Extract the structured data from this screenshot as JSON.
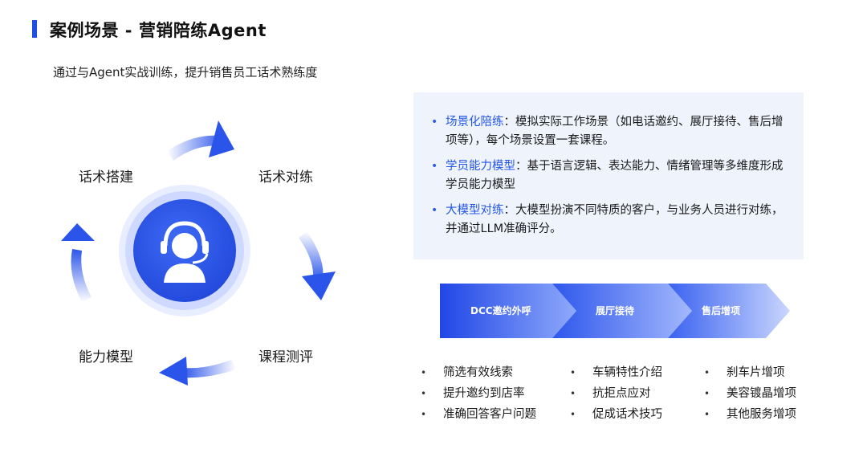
{
  "header": {
    "title": "案例场景 - 营销陪练Agent",
    "subtitle": "通过与Agent实战训练，提升销售员工话术熟练度"
  },
  "cycle": {
    "labels": {
      "top_left": "话术搭建",
      "top_right": "话术对练",
      "bottom_left": "能力模型",
      "bottom_right": "课程测评"
    },
    "center_icon": "headset-user-icon",
    "colors": {
      "primary": "#2b55ea",
      "light": "#cfd9ff"
    }
  },
  "info": {
    "items": [
      {
        "term": "场景化陪练",
        "text": "：模拟实际工作场景（如电话邀约、展厅接待、售后增项等），每个场景设置一套课程。"
      },
      {
        "term": "学员能力模型",
        "text": "：基于语言逻辑、表达能力、情绪管理等多维度形成学员能力模型"
      },
      {
        "term": "大模型对练",
        "text": "：大模型扮演不同特质的客户，与业务人员进行对练，并通过LLM准确评分。"
      }
    ]
  },
  "process": {
    "steps": [
      "DCC邀约外呼",
      "展厅接待",
      "售后增项"
    ]
  },
  "lists": {
    "col1": [
      "筛选有效线索",
      "提升邀约到店率",
      "准确回答客户问题"
    ],
    "col2": [
      "车辆特性介绍",
      "抗拒点应对",
      "促成话术技巧"
    ],
    "col3": [
      "刹车片增项",
      "美容镀晶增项",
      "其他服务增项"
    ],
    "bullet": "•"
  }
}
